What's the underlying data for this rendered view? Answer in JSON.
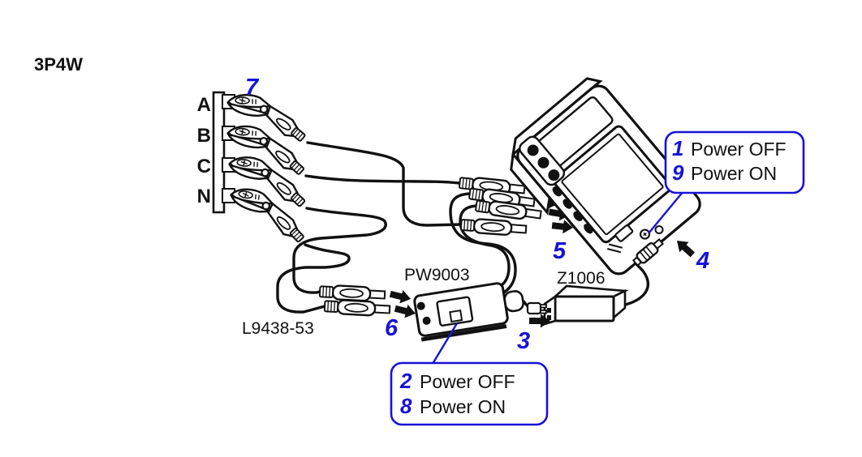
{
  "title": "3P4W",
  "colors": {
    "accent": "#1712d6",
    "ink": "#111111",
    "background": "#ffffff"
  },
  "terminals": {
    "labels": [
      "A",
      "B",
      "C",
      "N"
    ]
  },
  "components": {
    "adapter_label": "PW9003",
    "ac_adapter_label": "Z1006",
    "voltage_cord_label": "L9438-53"
  },
  "markers": {
    "clips": "7",
    "voltage_jacks": "5",
    "dc_plug": "4",
    "adapter_inputs": "6",
    "ac_inlet": "3"
  },
  "callouts": {
    "logger_power": {
      "line1_num": "1",
      "line1_text": "Power OFF",
      "line2_num": "9",
      "line2_text": "Power ON"
    },
    "adapter_power": {
      "line1_num": "2",
      "line1_text": "Power OFF",
      "line2_num": "8",
      "line2_text": "Power ON"
    }
  }
}
